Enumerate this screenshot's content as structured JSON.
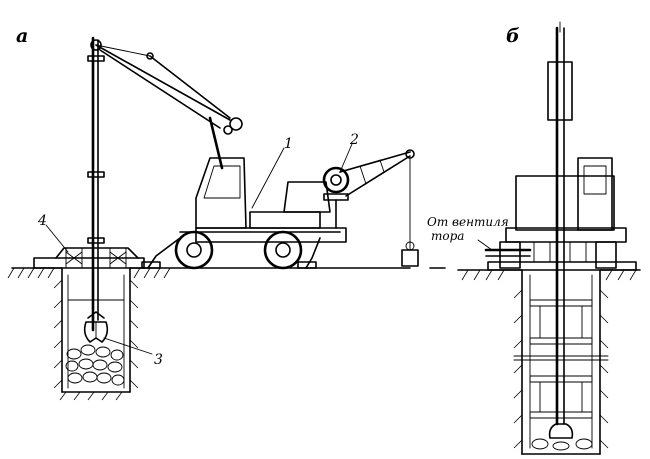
{
  "labels": {
    "panel_a": "а",
    "panel_b": "б",
    "callout_1": "1",
    "callout_2": "2",
    "callout_3": "3",
    "callout_4": "4",
    "note_line1": "От вентиля",
    "note_line2": "тора"
  }
}
